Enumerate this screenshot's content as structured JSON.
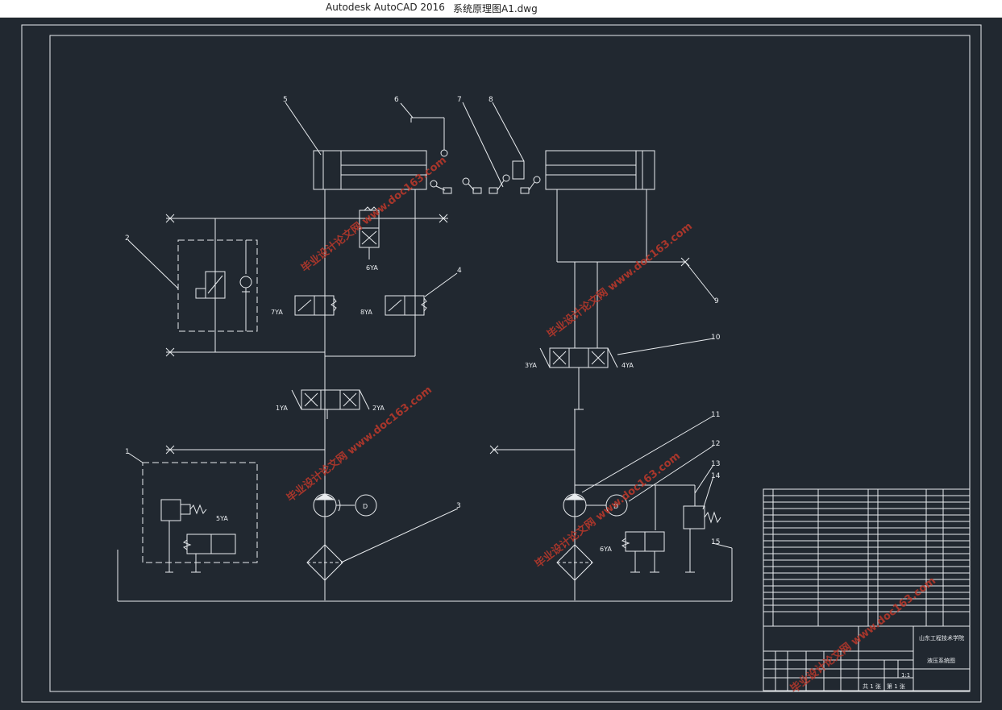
{
  "window": {
    "app_title": "Autodesk AutoCAD 2016",
    "file_title": "系统原理图A1.dwg"
  },
  "colors": {
    "canvas_bg": "#212830",
    "line": "#e9ecef",
    "watermark": "#c0392b"
  },
  "drawing": {
    "callouts": [
      "1",
      "2",
      "3",
      "4",
      "5",
      "6",
      "7",
      "8",
      "9",
      "10",
      "11",
      "12",
      "13",
      "14",
      "15"
    ],
    "solenoids": {
      "s1": "1YA",
      "s2": "2YA",
      "s3": "3YA",
      "s4": "4YA",
      "s5": "5YA",
      "s6a": "6YA",
      "s6b": "6YA",
      "s7": "7YA",
      "s8": "8YA"
    },
    "motor_label": "D",
    "watermarks": [
      "毕业设计论文网 www.doc163.com",
      "毕业设计论文网 www.doc163.com",
      "毕业设计论文网 www.doc163.com",
      "毕业设计论文网 www.doc163.com",
      "毕业设计论文网 www.doc163.com"
    ]
  },
  "title_block": {
    "school": "山东工程技术学院",
    "drawing_name": "液压系统图",
    "scale": "1:1",
    "sheet": "共 1 张",
    "sheet_no": "第 1 张"
  }
}
